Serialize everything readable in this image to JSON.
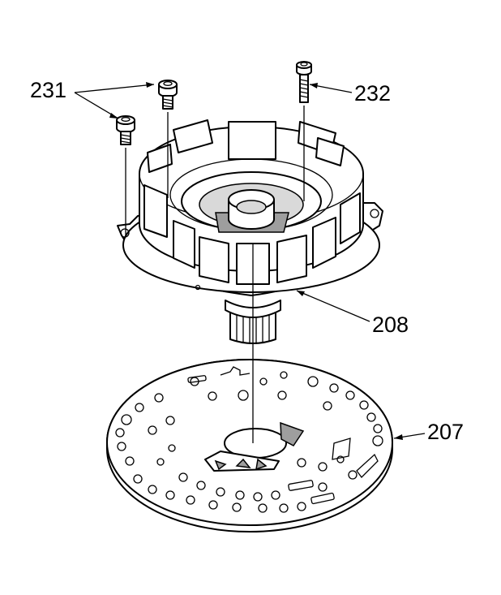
{
  "labels": {
    "bolts_pair": "231",
    "bolt_single": "232",
    "housing": "208",
    "plate": "207"
  },
  "colors": {
    "ink": "#000000",
    "paper": "#ffffff",
    "shade": "#9e9e9e",
    "light_shade": "#d9d9d9"
  }
}
